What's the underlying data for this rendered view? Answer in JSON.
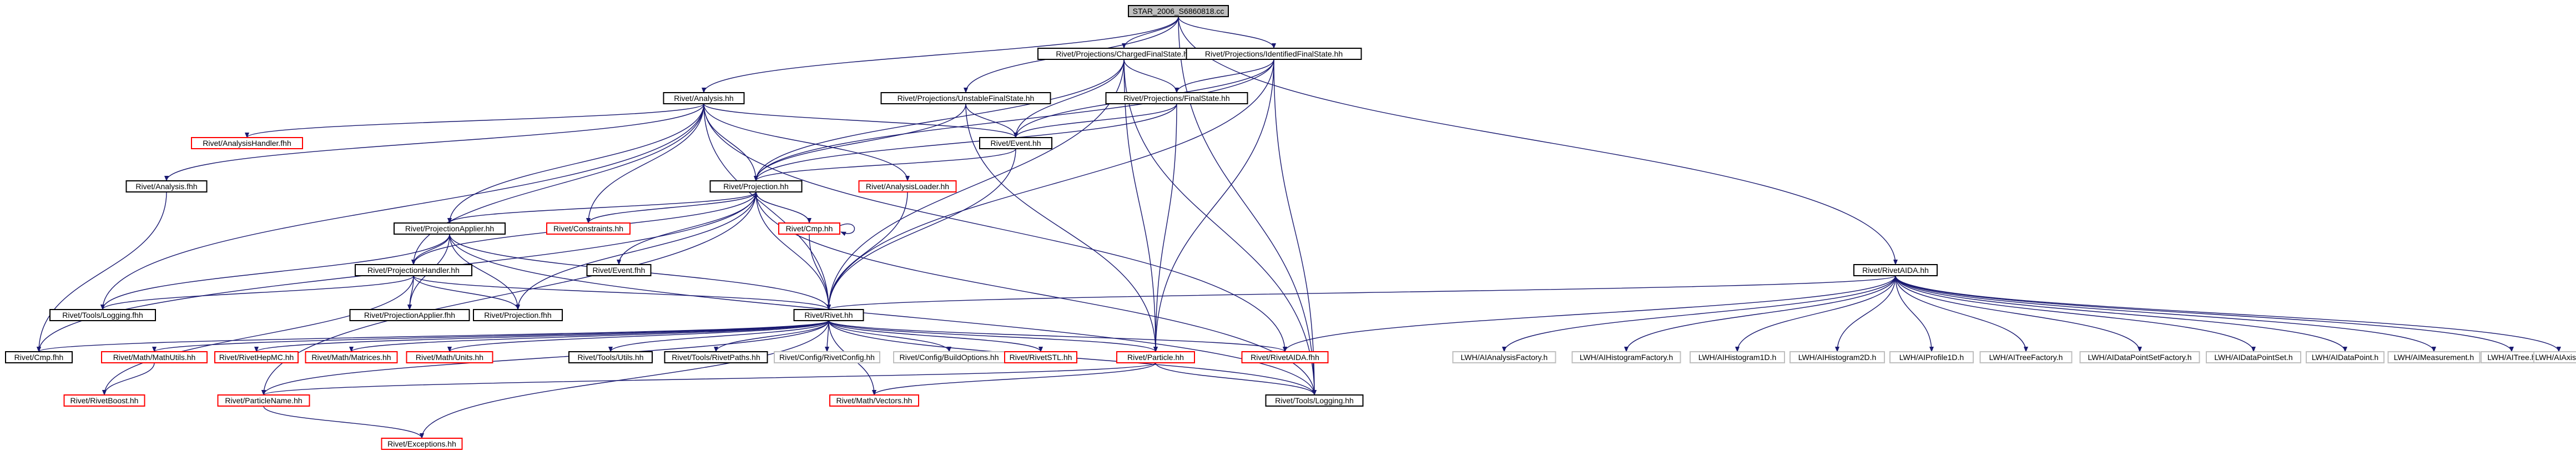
{
  "diagram": {
    "type": "include-dependency-graph",
    "colors": {
      "root_fill": "#bfbfbf",
      "doc_border": "#000000",
      "missing_border": "#ff0000",
      "plain_border": "#bfbfbf",
      "edge": "#191970"
    },
    "nodes": [
      {
        "id": "root",
        "label": "STAR_2006_S6860818.cc",
        "kind": "root"
      },
      {
        "id": "cfs",
        "label": "Rivet/Projections/ChargedFinalState.hh",
        "kind": "doc"
      },
      {
        "id": "ifs",
        "label": "Rivet/Projections/IdentifiedFinalState.hh",
        "kind": "doc"
      },
      {
        "id": "analysis",
        "label": "Rivet/Analysis.hh",
        "kind": "doc"
      },
      {
        "id": "ufs",
        "label": "Rivet/Projections/UnstableFinalState.hh",
        "kind": "doc"
      },
      {
        "id": "fs",
        "label": "Rivet/Projections/FinalState.hh",
        "kind": "doc"
      },
      {
        "id": "ahandler",
        "label": "Rivet/AnalysisHandler.fhh",
        "kind": "missing"
      },
      {
        "id": "event",
        "label": "Rivet/Event.hh",
        "kind": "doc"
      },
      {
        "id": "analysisfhh",
        "label": "Rivet/Analysis.fhh",
        "kind": "doc"
      },
      {
        "id": "projection",
        "label": "Rivet/Projection.hh",
        "kind": "doc"
      },
      {
        "id": "aloader",
        "label": "Rivet/AnalysisLoader.hh",
        "kind": "missing"
      },
      {
        "id": "papplier",
        "label": "Rivet/ProjectionApplier.hh",
        "kind": "doc"
      },
      {
        "id": "constraints",
        "label": "Rivet/Constraints.hh",
        "kind": "missing"
      },
      {
        "id": "cmphh",
        "label": "Rivet/Cmp.hh",
        "kind": "missing"
      },
      {
        "id": "eventfhh",
        "label": "Rivet/Event.fhh",
        "kind": "doc"
      },
      {
        "id": "phandler",
        "label": "Rivet/ProjectionHandler.hh",
        "kind": "doc"
      },
      {
        "id": "rivethh",
        "label": "Rivet/Rivet.hh",
        "kind": "doc"
      },
      {
        "id": "rivetaida",
        "label": "Rivet/RivetAIDA.hh",
        "kind": "doc"
      },
      {
        "id": "toolsloggingfhh",
        "label": "Rivet/Tools/Logging.fhh",
        "kind": "doc"
      },
      {
        "id": "papplierfhh",
        "label": "Rivet/ProjectionApplier.fhh",
        "kind": "doc"
      },
      {
        "id": "projfhh",
        "label": "Rivet/Projection.fhh",
        "kind": "doc"
      },
      {
        "id": "cmpfhh",
        "label": "Rivet/Cmp.fhh",
        "kind": "doc"
      },
      {
        "id": "mathutils",
        "label": "Rivet/Math/MathUtils.hh",
        "kind": "missing"
      },
      {
        "id": "hepmc",
        "label": "Rivet/RivetHepMC.hh",
        "kind": "missing"
      },
      {
        "id": "matrices",
        "label": "Rivet/Math/Matrices.hh",
        "kind": "missing"
      },
      {
        "id": "units",
        "label": "Rivet/Math/Units.hh",
        "kind": "missing"
      },
      {
        "id": "toolsutils",
        "label": "Rivet/Tools/Utils.hh",
        "kind": "doc"
      },
      {
        "id": "rivetpaths",
        "label": "Rivet/Tools/RivetPaths.hh",
        "kind": "doc"
      },
      {
        "id": "rivetconfig",
        "label": "Rivet/Config/RivetConfig.hh",
        "kind": "plain"
      },
      {
        "id": "buildopts",
        "label": "Rivet/Config/BuildOptions.hh",
        "kind": "plain"
      },
      {
        "id": "rivetstl",
        "label": "Rivet/RivetSTL.hh",
        "kind": "missing"
      },
      {
        "id": "particle",
        "label": "Rivet/Particle.hh",
        "kind": "missing"
      },
      {
        "id": "rivetaidafhh",
        "label": "Rivet/RivetAIDA.fhh",
        "kind": "missing"
      },
      {
        "id": "rivetboost",
        "label": "Rivet/RivetBoost.hh",
        "kind": "missing"
      },
      {
        "id": "particlename",
        "label": "Rivet/ParticleName.hh",
        "kind": "missing"
      },
      {
        "id": "vectors",
        "label": "Rivet/Math/Vectors.hh",
        "kind": "missing"
      },
      {
        "id": "toolslogginghh",
        "label": "Rivet/Tools/Logging.hh",
        "kind": "doc"
      },
      {
        "id": "exceptions",
        "label": "Rivet/Exceptions.hh",
        "kind": "missing"
      },
      {
        "id": "ianalysisfactory",
        "label": "LWH/AIAnalysisFactory.h",
        "kind": "plain"
      },
      {
        "id": "ihistogramfactory",
        "label": "LWH/AIHistogramFactory.h",
        "kind": "plain"
      },
      {
        "id": "ihistogram1d",
        "label": "LWH/AIHistogram1D.h",
        "kind": "plain"
      },
      {
        "id": "ihistogram2d",
        "label": "LWH/AIHistogram2D.h",
        "kind": "plain"
      },
      {
        "id": "iprofile1d",
        "label": "LWH/AIProfile1D.h",
        "kind": "plain"
      },
      {
        "id": "itreefactory",
        "label": "LWH/AITreeFactory.h",
        "kind": "plain"
      },
      {
        "id": "idpsfactory",
        "label": "LWH/AIDataPointSetFactory.h",
        "kind": "plain"
      },
      {
        "id": "idatapointset",
        "label": "LWH/AIDataPointSet.h",
        "kind": "plain"
      },
      {
        "id": "idatapoint",
        "label": "LWH/AIDataPoint.h",
        "kind": "plain"
      },
      {
        "id": "imeasurement",
        "label": "LWH/AIMeasurement.h",
        "kind": "plain"
      },
      {
        "id": "itree",
        "label": "LWH/AITree.h",
        "kind": "plain"
      },
      {
        "id": "iaxis",
        "label": "LWH/AIAxis.h",
        "kind": "plain"
      }
    ],
    "edges": [
      [
        "root",
        "cfs"
      ],
      [
        "root",
        "ifs"
      ],
      [
        "root",
        "analysis"
      ],
      [
        "root",
        "ufs"
      ],
      [
        "root",
        "rivetaida"
      ],
      [
        "root",
        "toolslogginghh"
      ],
      [
        "cfs",
        "fs"
      ],
      [
        "cfs",
        "event"
      ],
      [
        "cfs",
        "projection"
      ],
      [
        "cfs",
        "rivethh"
      ],
      [
        "cfs",
        "particle"
      ],
      [
        "cfs",
        "toolslogginghh"
      ],
      [
        "ifs",
        "fs"
      ],
      [
        "ifs",
        "event"
      ],
      [
        "ifs",
        "projection"
      ],
      [
        "ifs",
        "rivethh"
      ],
      [
        "ifs",
        "particle"
      ],
      [
        "ifs",
        "toolslogginghh"
      ],
      [
        "analysis",
        "ahandler"
      ],
      [
        "analysis",
        "analysisfhh"
      ],
      [
        "analysis",
        "event"
      ],
      [
        "analysis",
        "projection"
      ],
      [
        "analysis",
        "aloader"
      ],
      [
        "analysis",
        "papplier"
      ],
      [
        "analysis",
        "constraints"
      ],
      [
        "analysis",
        "phandler"
      ],
      [
        "analysis",
        "rivethh"
      ],
      [
        "analysis",
        "rivetaidafhh"
      ],
      [
        "analysis",
        "toolsloggingfhh"
      ],
      [
        "ufs",
        "event"
      ],
      [
        "ufs",
        "projection"
      ],
      [
        "ufs",
        "particle"
      ],
      [
        "fs",
        "event"
      ],
      [
        "fs",
        "projection"
      ],
      [
        "fs",
        "particle"
      ],
      [
        "event",
        "projection"
      ],
      [
        "event",
        "rivethh"
      ],
      [
        "analysisfhh",
        "cmpfhh"
      ],
      [
        "projection",
        "papplier"
      ],
      [
        "projection",
        "constraints"
      ],
      [
        "projection",
        "cmphh"
      ],
      [
        "projection",
        "eventfhh"
      ],
      [
        "projection",
        "phandler"
      ],
      [
        "projection",
        "rivethh"
      ],
      [
        "projection",
        "projfhh"
      ],
      [
        "projection",
        "toolslogginghh"
      ],
      [
        "projection",
        "cmpfhh"
      ],
      [
        "projection",
        "particlename"
      ],
      [
        "aloader",
        "rivethh"
      ],
      [
        "papplier",
        "phandler"
      ],
      [
        "papplier",
        "rivethh"
      ],
      [
        "papplier",
        "papplierfhh"
      ],
      [
        "papplier",
        "projfhh"
      ],
      [
        "papplier",
        "toolsloggingfhh"
      ],
      [
        "papplier",
        "toolslogginghh"
      ],
      [
        "cmphh",
        "cmphh"
      ],
      [
        "cmphh",
        "projection"
      ],
      [
        "cmphh",
        "rivethh"
      ],
      [
        "phandler",
        "rivethh"
      ],
      [
        "phandler",
        "toolsloggingfhh"
      ],
      [
        "phandler",
        "papplierfhh"
      ],
      [
        "phandler",
        "projfhh"
      ],
      [
        "phandler",
        "rivetboost"
      ],
      [
        "rivetaida",
        "rivethh"
      ],
      [
        "rivetaida",
        "rivetaidafhh"
      ],
      [
        "rivetaida",
        "ianalysisfactory"
      ],
      [
        "rivetaida",
        "ihistogramfactory"
      ],
      [
        "rivetaida",
        "ihistogram1d"
      ],
      [
        "rivetaida",
        "ihistogram2d"
      ],
      [
        "rivetaida",
        "iprofile1d"
      ],
      [
        "rivetaida",
        "itreefactory"
      ],
      [
        "rivetaida",
        "idpsfactory"
      ],
      [
        "rivetaida",
        "idatapointset"
      ],
      [
        "rivetaida",
        "idatapoint"
      ],
      [
        "rivetaida",
        "imeasurement"
      ],
      [
        "rivetaida",
        "itree"
      ],
      [
        "rivetaida",
        "iaxis"
      ],
      [
        "rivethh",
        "cmpfhh"
      ],
      [
        "rivethh",
        "mathutils"
      ],
      [
        "rivethh",
        "hepmc"
      ],
      [
        "rivethh",
        "matrices"
      ],
      [
        "rivethh",
        "units"
      ],
      [
        "rivethh",
        "toolsutils"
      ],
      [
        "rivethh",
        "rivetpaths"
      ],
      [
        "rivethh",
        "rivetconfig"
      ],
      [
        "rivethh",
        "buildopts"
      ],
      [
        "rivethh",
        "rivetstl"
      ],
      [
        "rivethh",
        "particle"
      ],
      [
        "rivethh",
        "rivetaidafhh"
      ],
      [
        "rivethh",
        "toolslogginghh"
      ],
      [
        "rivethh",
        "particlename"
      ],
      [
        "rivethh",
        "exceptions"
      ],
      [
        "rivethh",
        "vectors"
      ],
      [
        "mathutils",
        "rivetboost"
      ],
      [
        "particle",
        "particlename"
      ],
      [
        "particle",
        "vectors"
      ],
      [
        "particle",
        "toolslogginghh"
      ],
      [
        "particlename",
        "exceptions"
      ]
    ]
  }
}
